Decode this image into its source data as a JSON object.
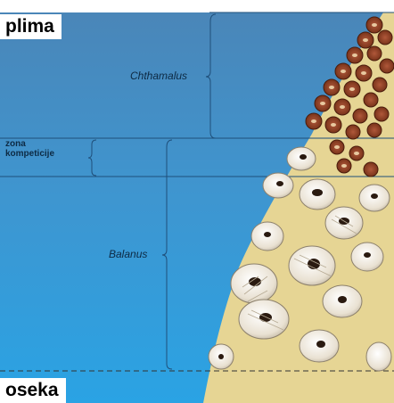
{
  "labels": {
    "high_tide": "plima",
    "low_tide": "oseka",
    "chthamalus": "Chthamalus",
    "competition_zone_line1": "zona",
    "competition_zone_line2": "kompeticije",
    "balanus": "Balanus"
  },
  "colors": {
    "water_top": "#4b8fc4",
    "water_bottom": "#2e9fe0",
    "rock": "#e8d89a",
    "chthamalus_shell": "#8a3b20",
    "balanus_shell": "#f2ece2",
    "lines": "#1f4f7a"
  }
}
